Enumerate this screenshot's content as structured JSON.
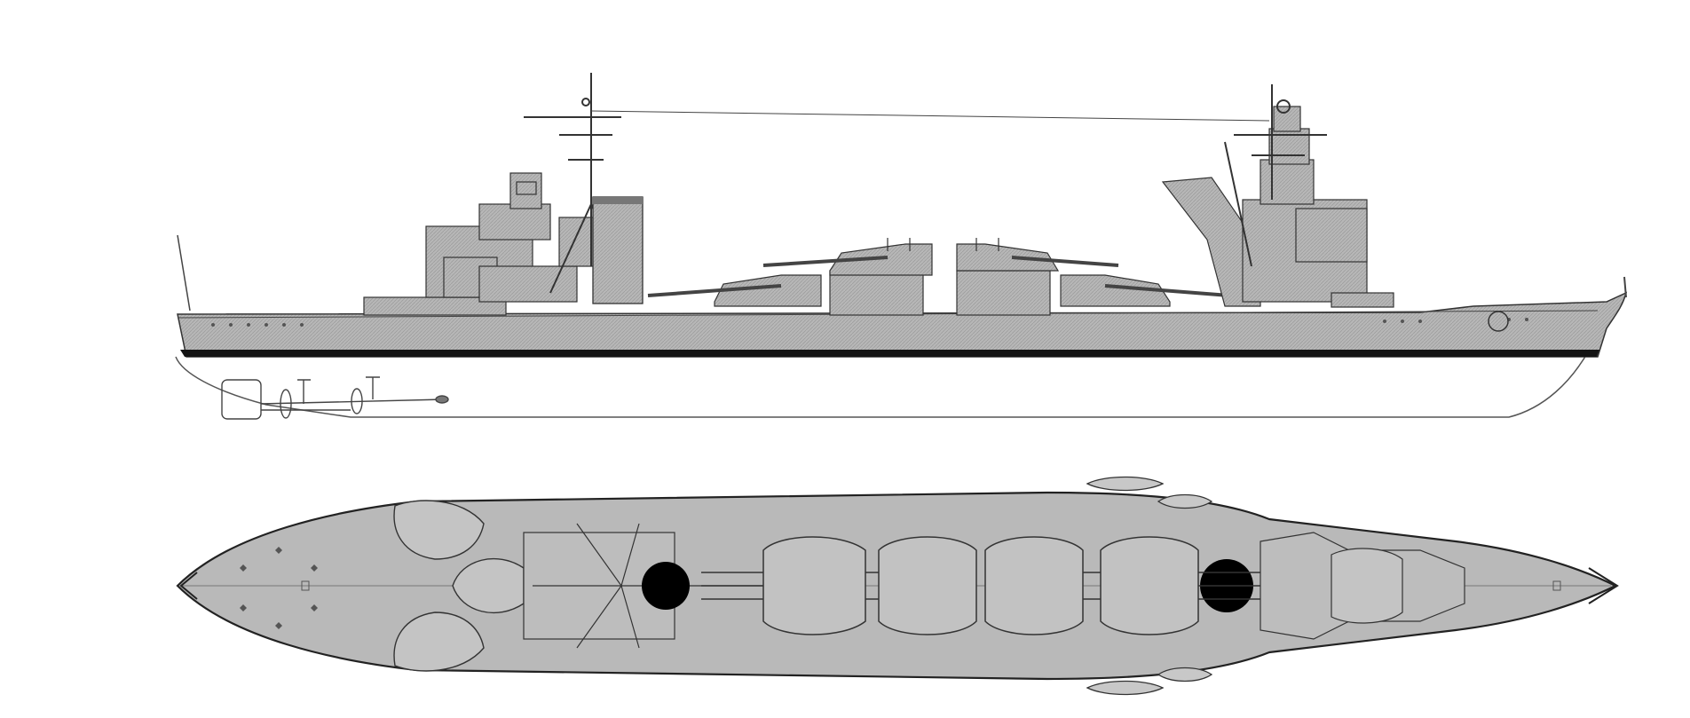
{
  "drawing": {
    "views": [
      "side-profile",
      "plan-view"
    ],
    "colors": {
      "hull": "#b7b7b7",
      "deck": "#b9b9b9",
      "line": "#3a3a3a",
      "boot_topping": "#141414",
      "funnel_marker": "#000000",
      "background": "#ffffff"
    },
    "side_profile": {
      "turrets": 4,
      "masts": 2,
      "funnels": 1,
      "propellers": 2
    },
    "plan_view": {
      "main_turrets": 4,
      "funnel_markers": 2,
      "boats": 4
    }
  }
}
